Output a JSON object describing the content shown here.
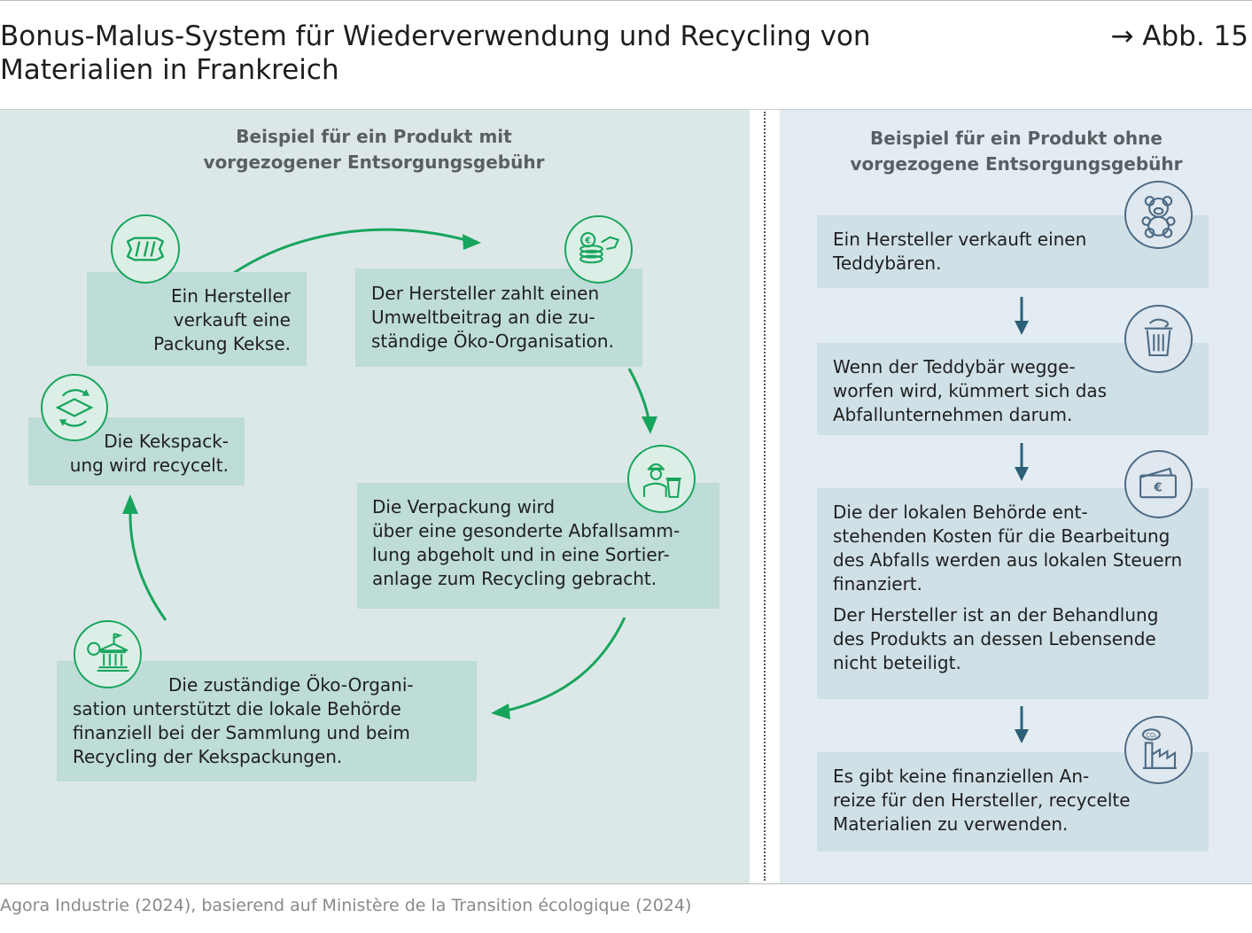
{
  "header": {
    "title": "Bonus-Malus-System für Wiederverwendung und Recycling von Materialien in Frankreich",
    "figure_ref": "→ Abb. 15"
  },
  "left": {
    "heading_line1": "Beispiel für ein Produkt mit",
    "heading_line2": "vorgezogener Entsorgungsgebühr",
    "steps": [
      {
        "lines": [
          "Ein Hersteller",
          "verkauft eine",
          "Packung Kekse."
        ],
        "icon": "cookie-package-icon"
      },
      {
        "lines": [
          "Der Hersteller zahlt einen",
          "Umweltbeitrag an die zu-",
          "ständige Öko-Organisation."
        ],
        "icon": "money-payment-icon"
      },
      {
        "lines": [
          "Die Verpackung wird",
          "über eine gesonderte Abfallsamm-",
          "lung abgeholt und in eine Sortier-",
          "anlage zum Recycling gebracht."
        ],
        "icon": "waste-worker-icon"
      },
      {
        "lines": [
          "Die zuständige Öko-Organi-",
          "sation unterstützt die lokale Behörde",
          "finanziell bei der Sammlung und beim",
          "Recycling der Kekspackungen."
        ],
        "icon": "authority-building-icon"
      },
      {
        "lines": [
          "Die Kekspack-",
          "ung wird recycelt."
        ],
        "icon": "recycling-icon"
      }
    ]
  },
  "right": {
    "heading_line1": "Beispiel für ein Produkt ohne",
    "heading_line2": "vorgezogene Entsorgungsgebühr",
    "steps": [
      {
        "lines": [
          "Ein Hersteller verkauft einen",
          "Teddybären."
        ],
        "icon": "teddy-bear-icon"
      },
      {
        "lines": [
          "Wenn der Teddybär wegge-",
          "worfen wird, kümmert sich das",
          "Abfallunternehmen darum."
        ],
        "icon": "trash-can-icon"
      },
      {
        "lines": [
          "Die der lokalen Behörde ent-",
          "stehenden Kosten für die Bearbeitung",
          "des Abfalls werden aus lokalen Steuern",
          "finanziert."
        ],
        "lines2": [
          "Der Hersteller ist an der Behandlung",
          "des Produkts an dessen Lebensende",
          "nicht beteiligt."
        ],
        "icon": "euro-wallet-icon"
      },
      {
        "lines": [
          "Es gibt keine finanziellen An-",
          "reize für den Hersteller, recycelte",
          "Materialien zu verwenden."
        ],
        "icon": "factory-co2-icon"
      }
    ]
  },
  "source": "Agora Industrie (2024), basierend auf Ministère de la Transition écologique (2024)",
  "colors": {
    "green_accent": "#17a55c",
    "blue_accent": "#2d5f78",
    "left_panel": "#dce8e8",
    "right_panel": "#e2ecf2",
    "green_box": "#bedcd8",
    "blue_box": "#cfe0e6"
  }
}
